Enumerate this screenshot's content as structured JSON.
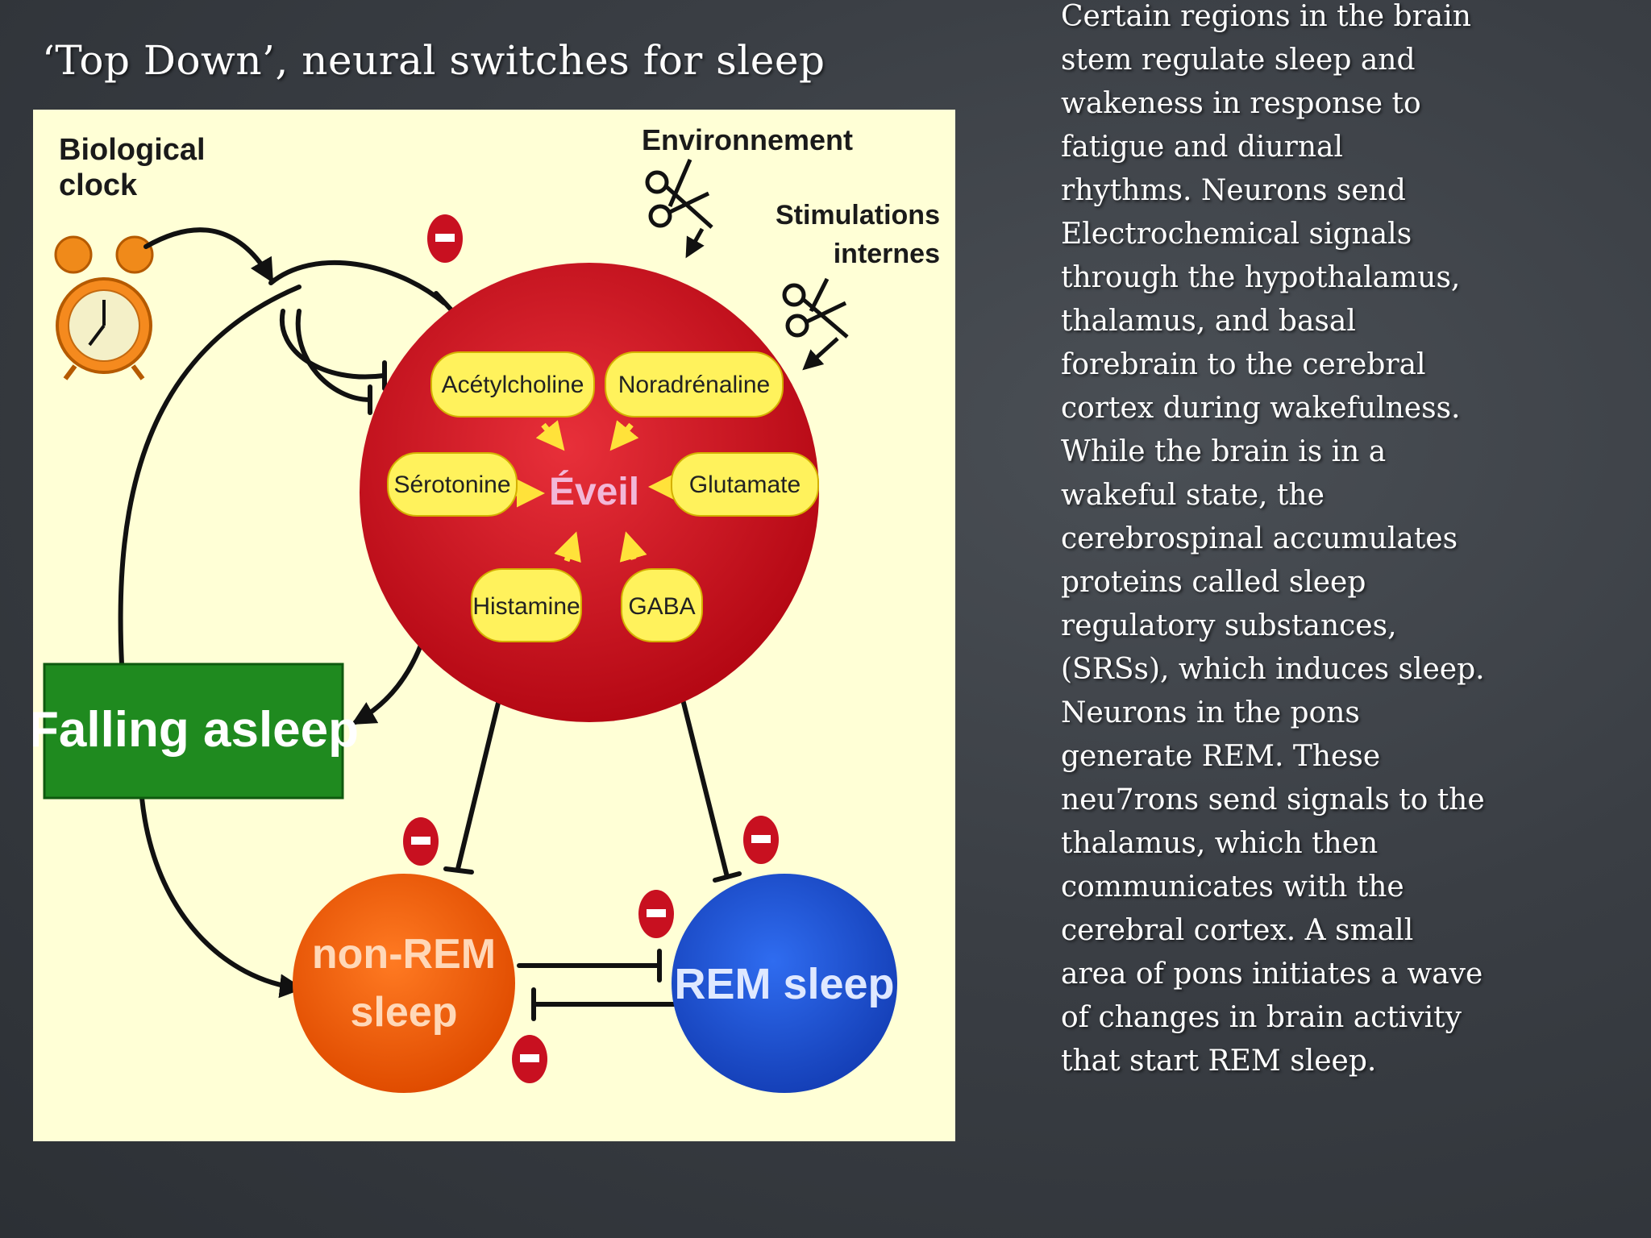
{
  "slide": {
    "title": "‘Top Down’, neural switches for sleep",
    "body": "Certain regions in the brain\nstem regulate sleep and\nwakeness in response to\nfatigue and diurnal\nrhythms.  Neurons send\nElectrochemical signals\nthrough the hypothalamus,\nthalamus, and basal\nforebrain to the cerebral\ncortex during wakefulness.\nWhile the brain is in a\nwakeful state, the\ncerebrospinal accumulates\nproteins called sleep\nregulatory substances,\n(SRSs), which induces sleep.\n Neurons in the pons\ngenerate REM.  These\nneu7rons send signals to the\nthalamus, which then\ncommunicates with the\ncerebral cortex.  A small\narea of pons initiates a wave\nof changes in brain activity\nthat start REM sleep."
  },
  "diagram": {
    "biological_clock": [
      "Biological",
      "clock"
    ],
    "environment": "Environnement",
    "internal_stimulation": [
      "Stimulations",
      "internes"
    ],
    "wake_center": "Éveil",
    "neurotransmitters": {
      "acetylcholine": "Acétylcholine",
      "noradrenaline": "Noradrénaline",
      "serotonin": "Sérotonine",
      "glutamate": "Glutamate",
      "histamine": "Histamine",
      "gaba": "GABA"
    },
    "falling_asleep": "Falling asleep",
    "non_rem": [
      "non-REM",
      "sleep"
    ],
    "rem": "REM sleep",
    "colors": {
      "wake_circle": "#d4101e",
      "pill": "#fff25c",
      "falling_asleep_box": "#1f8a1f",
      "non_rem_circle": "#f06010",
      "rem_circle": "#1b55d8",
      "inhibit_sign": "#c81020",
      "background": "#ffffd6"
    }
  }
}
